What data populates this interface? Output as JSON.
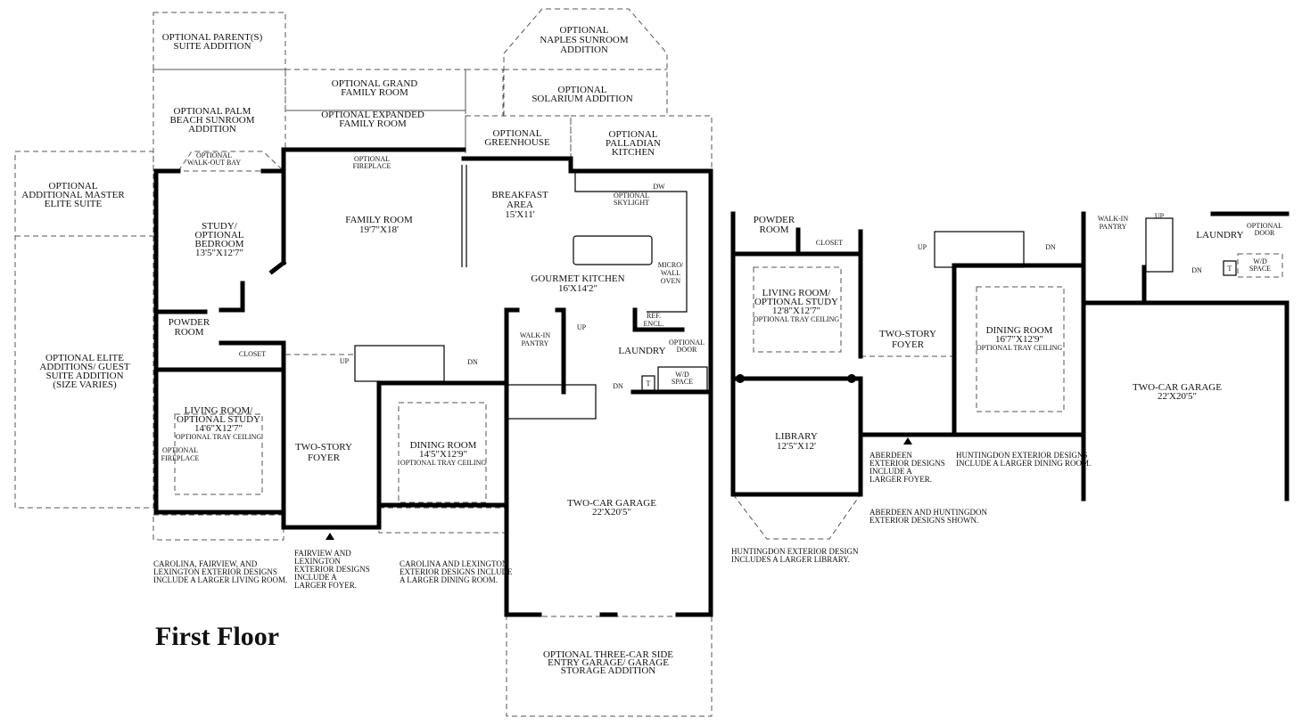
{
  "title": "First Floor",
  "main": {
    "parents_suite": [
      "OPTIONAL PARENT(S)",
      "SUITE ADDITION"
    ],
    "palm_beach": [
      "OPTIONAL PALM",
      "BEACH SUNROOM",
      "ADDITION"
    ],
    "walkout_bay": [
      "OPTIONAL",
      "WALK-OUT BAY"
    ],
    "master_elite": [
      "OPTIONAL",
      "ADDITIONAL MASTER",
      "ELITE SUITE"
    ],
    "elite_additions": [
      "OPTIONAL ELITE",
      "ADDITIONS/ GUEST",
      "SUITE ADDITION",
      "(SIZE VARIES)"
    ],
    "grand_family": [
      "OPTIONAL GRAND",
      "FAMILY ROOM"
    ],
    "expanded_family": [
      "OPTIONAL EXPANDED",
      "FAMILY ROOM"
    ],
    "fireplace": [
      "OPTIONAL",
      "FIREPLACE"
    ],
    "naples": [
      "OPTIONAL",
      "NAPLES SUNROOM",
      "ADDITION"
    ],
    "solarium": [
      "OPTIONAL",
      "SOLARIUM ADDITION"
    ],
    "greenhouse": [
      "OPTIONAL",
      "GREENHOUSE"
    ],
    "palladian": [
      "OPTIONAL",
      "PALLADIAN",
      "KITCHEN"
    ],
    "study": [
      "STUDY/",
      "OPTIONAL",
      "BEDROOM",
      "13'5\"X12'7\""
    ],
    "family_room": [
      "FAMILY ROOM",
      "19'7\"X18'"
    ],
    "breakfast": [
      "BREAKFAST",
      "AREA",
      "15'X11'"
    ],
    "skylight": [
      "OPTIONAL",
      "SKYLIGHT"
    ],
    "dw": "DW",
    "micro": [
      "MICRO/",
      "WALL",
      "OVEN"
    ],
    "kitchen": [
      "GOURMET KITCHEN",
      "16'X14'2\""
    ],
    "ref": [
      "REF.",
      "ENCL."
    ],
    "powder": [
      "POWDER",
      "ROOM"
    ],
    "closet": "CLOSET",
    "up": "UP",
    "dn": "DN",
    "pantry": [
      "WALK-IN",
      "PANTRY"
    ],
    "laundry": "LAUNDRY",
    "opt_door": [
      "OPTIONAL",
      "DOOR"
    ],
    "t": "T",
    "wd": [
      "W/D",
      "SPACE"
    ],
    "living": [
      "LIVING ROOM/",
      "OPTIONAL STUDY",
      "14'6\"X12'7\"",
      "OPTIONAL TRAY CEILING"
    ],
    "side_fireplace": [
      "OPTIONAL",
      "FIREPLACE"
    ],
    "foyer": [
      "TWO-STORY",
      "FOYER"
    ],
    "dining": [
      "DINING ROOM",
      "14'5\"X12'9\"",
      "OPTIONAL TRAY CEILING"
    ],
    "garage": [
      "TWO-CAR GARAGE",
      "22'X20'5\""
    ],
    "three_car": [
      "OPTIONAL THREE-CAR SIDE",
      "ENTRY GARAGE/ GARAGE",
      "STORAGE ADDITION"
    ],
    "note_living": [
      "CAROLINA, FAIRVIEW, AND",
      "LEXINGTON EXTERIOR DESIGNS",
      "INCLUDE A LARGER LIVING ROOM."
    ],
    "note_foyer": [
      "FAIRVIEW AND",
      "LEXINGTON",
      "EXTERIOR DESIGNS",
      "INCLUDE A",
      "LARGER FOYER."
    ],
    "note_dining": [
      "CAROLINA AND LEXINGTON",
      "EXTERIOR DESIGNS INCLUDE",
      "A LARGER DINING ROOM."
    ]
  },
  "alt": {
    "powder": [
      "POWDER",
      "ROOM"
    ],
    "closet": "CLOSET",
    "living": [
      "LIVING ROOM/",
      "OPTIONAL STUDY",
      "12'8\"X12'7\"",
      "OPTIONAL TRAY CEILING"
    ],
    "library": [
      "LIBRARY",
      "12'5\"X12'"
    ],
    "foyer": [
      "TWO-STORY",
      "FOYER"
    ],
    "dining": [
      "DINING ROOM",
      "16'7\"X12'9\"",
      "OPTIONAL TRAY CEILING"
    ],
    "pantry": [
      "WALK-IN",
      "PANTRY"
    ],
    "laundry": "LAUNDRY",
    "opt_door": [
      "OPTIONAL",
      "DOOR"
    ],
    "t": "T",
    "wd": [
      "W/D",
      "SPACE"
    ],
    "up": "UP",
    "dn": "DN",
    "garage": [
      "TWO-CAR GARAGE",
      "22'X20'5\""
    ],
    "note_aberdeen": [
      "ABERDEEN",
      "EXTERIOR DESIGNS",
      "INCLUDE A",
      "LARGER FOYER."
    ],
    "note_huntingdon_dining": [
      "HUNTINGDON EXTERIOR DESIGNS",
      "INCLUDE A LARGER DINING ROOM."
    ],
    "note_shown": [
      "ABERDEEN AND HUNTINGDON",
      "EXTERIOR DESIGNS SHOWN."
    ],
    "note_library": [
      "HUNTINGDON EXTERIOR DESIGN",
      "INCLUDES A LARGER LIBRARY."
    ]
  }
}
